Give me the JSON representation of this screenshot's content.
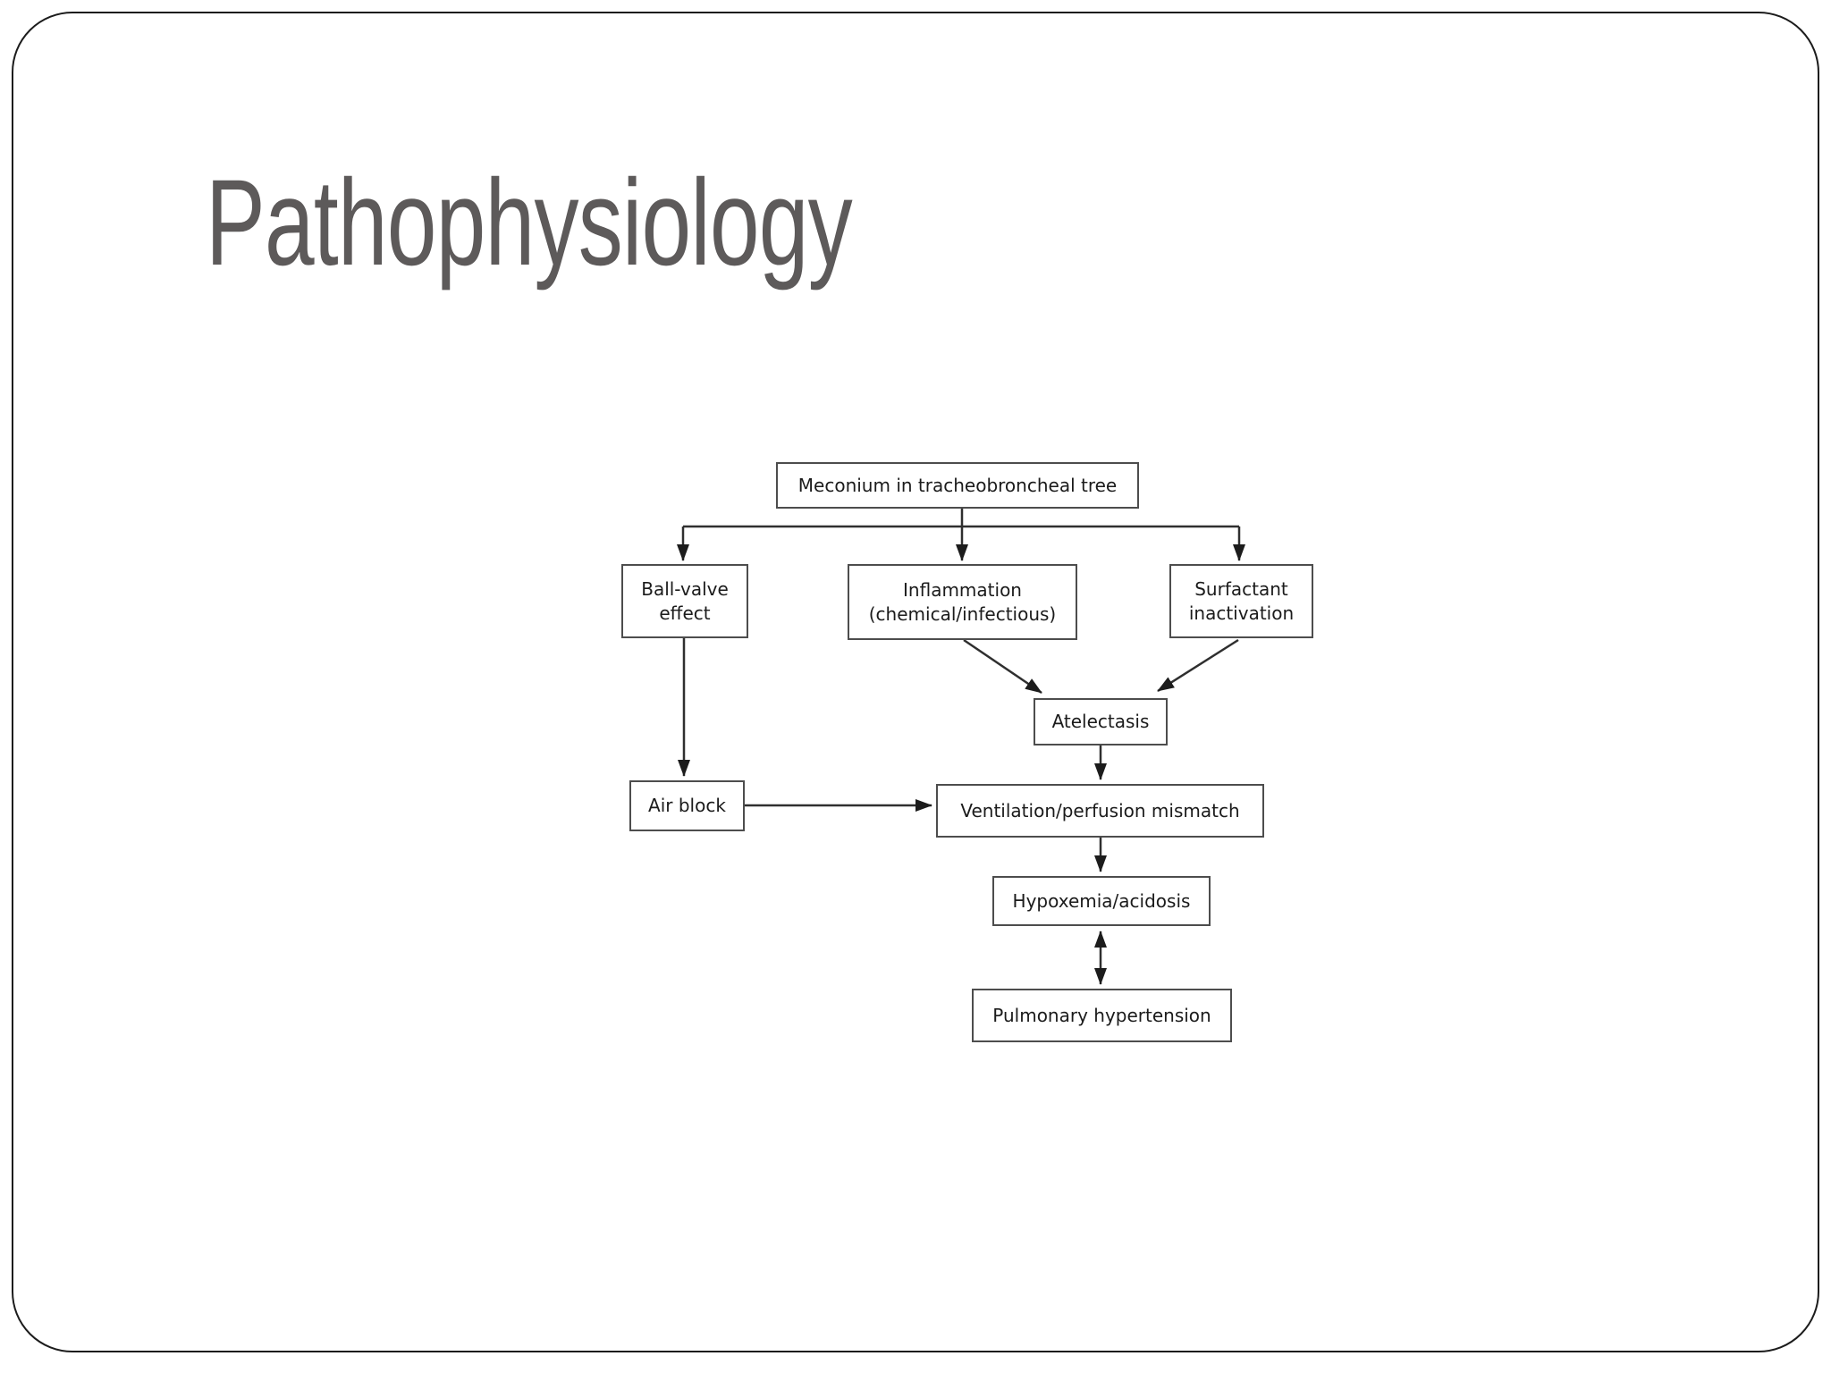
{
  "slide": {
    "title": "Pathophysiology"
  },
  "diagram": {
    "nodes": {
      "meconium": {
        "label": "Meconium in tracheobroncheal tree"
      },
      "ball_valve": {
        "label": "Ball-valve effect"
      },
      "inflammation": {
        "label": "Inflammation (chemical/infectious)"
      },
      "surfactant": {
        "label": "Surfactant inactivation"
      },
      "atelectasis": {
        "label": "Atelectasis"
      },
      "air_block": {
        "label": "Air block"
      },
      "ventilation": {
        "label": "Ventilation/perfusion mismatch"
      },
      "hypoxemia": {
        "label": "Hypoxemia/acidosis"
      },
      "pulmonary": {
        "label": "Pulmonary hypertension"
      }
    },
    "edges": [
      {
        "from": "meconium",
        "to": "ball_valve",
        "style": "arrow"
      },
      {
        "from": "meconium",
        "to": "inflammation",
        "style": "arrow"
      },
      {
        "from": "meconium",
        "to": "surfactant",
        "style": "arrow"
      },
      {
        "from": "ball_valve",
        "to": "air_block",
        "style": "arrow"
      },
      {
        "from": "inflammation",
        "to": "atelectasis",
        "style": "arrow"
      },
      {
        "from": "surfactant",
        "to": "atelectasis",
        "style": "arrow"
      },
      {
        "from": "atelectasis",
        "to": "ventilation",
        "style": "arrow"
      },
      {
        "from": "air_block",
        "to": "ventilation",
        "style": "arrow"
      },
      {
        "from": "ventilation",
        "to": "hypoxemia",
        "style": "arrow"
      },
      {
        "from": "hypoxemia",
        "to": "pulmonary",
        "style": "double-arrow"
      }
    ]
  },
  "colors": {
    "background": "#ffffff",
    "slide_border": "#1c1c1c",
    "title_text": "#5d5a5a",
    "box_border": "#4d4d4d",
    "node_text": "#1b1b1b",
    "connector": "#2f2f2f"
  }
}
